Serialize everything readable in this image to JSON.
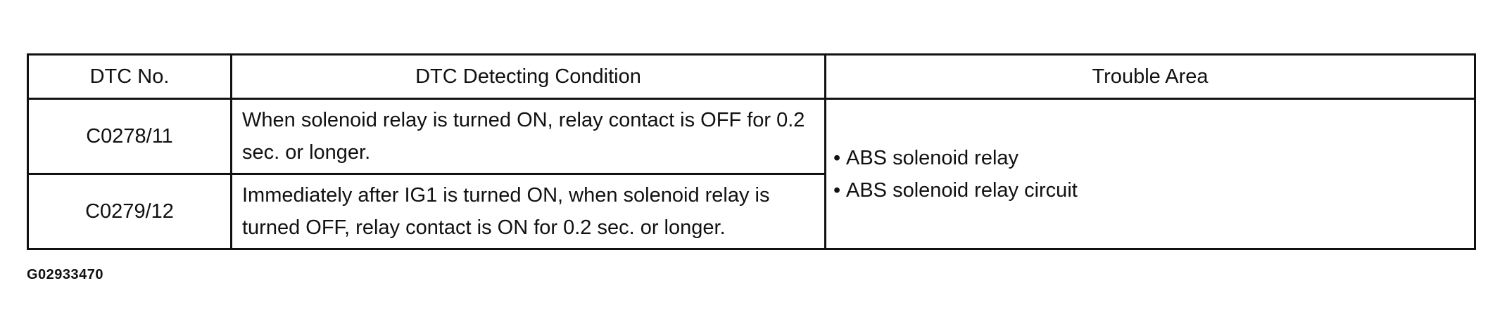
{
  "table": {
    "headers": [
      "DTC No.",
      "DTC Detecting Condition",
      "Trouble Area"
    ],
    "rows": [
      {
        "code": "C0278/11",
        "condition": "When solenoid relay is turned ON, relay contact is OFF for 0.2 sec. or longer."
      },
      {
        "code": "C0279/12",
        "condition": "Immediately after IG1 is turned ON, when solenoid relay is turned OFF, relay contact is ON for 0.2 sec. or longer."
      }
    ],
    "trouble_area": [
      "ABS solenoid relay",
      "ABS solenoid relay circuit"
    ],
    "bullet": "•"
  },
  "footer": {
    "figure_code": "G02933470"
  }
}
